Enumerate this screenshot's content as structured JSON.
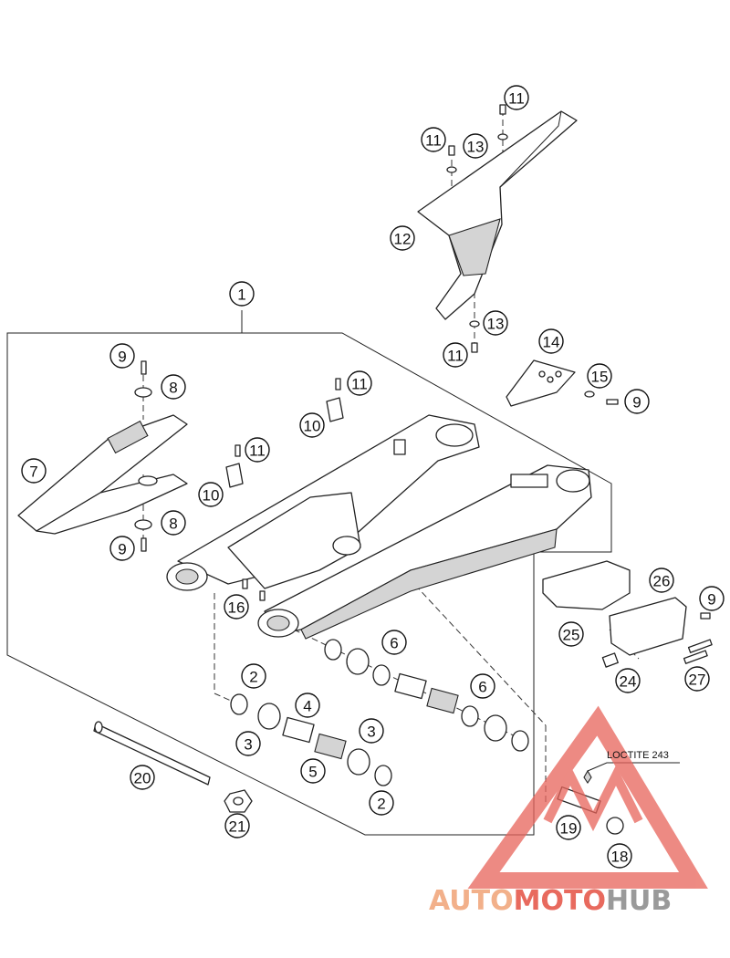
{
  "callouts": [
    "1",
    "2",
    "2",
    "3",
    "3",
    "4",
    "5",
    "6",
    "6",
    "7",
    "8",
    "8",
    "9",
    "9",
    "9",
    "9",
    "10",
    "10",
    "11",
    "11",
    "11",
    "11",
    "11",
    "12",
    "13",
    "13",
    "14",
    "15",
    "16",
    "18",
    "19",
    "20",
    "21",
    "24",
    "25",
    "26",
    "27"
  ],
  "note": "LOCTITE 243",
  "watermark": {
    "part1": "AUTO",
    "part2": "MOTO",
    "part3": "HUB",
    "colors": {
      "auto": "#f2b08a",
      "moto": "#e86a5e",
      "hub": "#9a9a9a",
      "triangle": "#e8645a"
    }
  }
}
